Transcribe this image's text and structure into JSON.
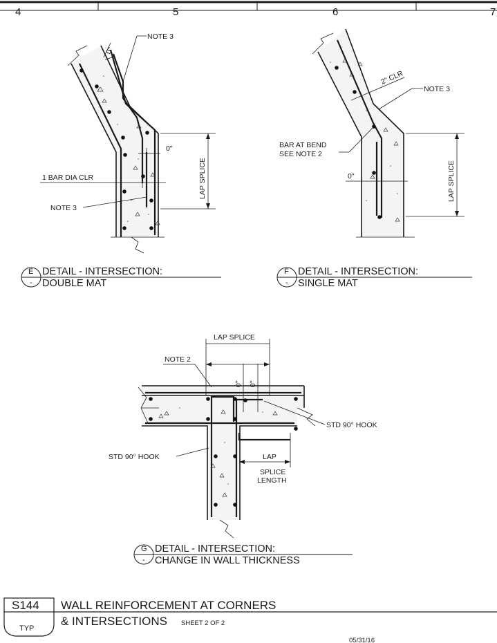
{
  "grid": {
    "columns": [
      "4",
      "5",
      "6",
      "7"
    ]
  },
  "detail_e": {
    "tag_letter": "E",
    "tag_sheet": "-",
    "title_line1": "DETAIL - INTERSECTION:",
    "title_line2": "DOUBLE MAT",
    "notes": {
      "zero_top": "0\"",
      "note3_top": "NOTE 3",
      "zero_mid": "0\"",
      "bar_dia_clr": "1 BAR DIA CLR",
      "note3_bottom": "NOTE 3",
      "lap_splice": "LAP SPLICE"
    }
  },
  "detail_f": {
    "tag_letter": "F",
    "tag_sheet": "-",
    "title_line1": "DETAIL - INTERSECTION:",
    "title_line2": "SINGLE MAT",
    "notes": {
      "clr": "2\" CLR",
      "note3": "NOTE 3",
      "bar_at_bend": "BAR AT BEND",
      "see_note2": "SEE NOTE 2",
      "zero": "0\"",
      "lap_splice": "LAP SPLICE"
    }
  },
  "detail_g": {
    "tag_letter": "G",
    "tag_sheet": "-",
    "title_line1": "DETAIL - INTERSECTION:",
    "title_line2": "CHANGE IN WALL THICKNESS",
    "notes": {
      "lap_splice_top": "LAP SPLICE",
      "note2": "NOTE 2",
      "zero_a": "0\"",
      "zero_b": "0\"",
      "std_hook_right": "STD 90° HOOK",
      "std_hook_left": "STD 90° HOOK",
      "lap": "LAP",
      "splice": "SPLICE",
      "length": "LENGTH"
    }
  },
  "title_block": {
    "drawing_number": "S144",
    "typ": "TYP",
    "title_line1": "WALL REINFORCEMENT AT CORNERS",
    "title_line2": "& INTERSECTIONS",
    "sheet": "SHEET 2 OF 2",
    "date": "05/31/16"
  }
}
